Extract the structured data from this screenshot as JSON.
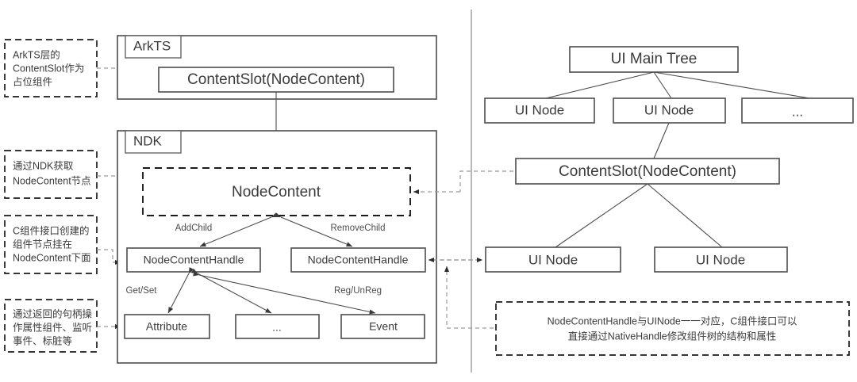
{
  "diagram": {
    "title": "ArkTS / NDK NodeContent architecture diagram",
    "colors": {
      "background": "#ffffff",
      "solid_border": "#4d4d4d",
      "dashed_border": "#1a1a1a",
      "connector": "#4d4d4d",
      "dashed_connector": "#9a9a9a",
      "text": "#3b3b3b",
      "divider": "#8a8a8a"
    },
    "left_panel": {
      "arkts_container": {
        "tab_label": "ArkTS",
        "nodes": [
          {
            "id": "arkts-content-slot",
            "label": "ContentSlot(NodeContent)"
          }
        ]
      },
      "ndk_container": {
        "tab_label": "NDK",
        "nodes": [
          {
            "id": "ndk-node-content",
            "label": "NodeContent",
            "style": "dashed"
          },
          {
            "id": "ndk-handle-left",
            "label": "NodeContentHandle",
            "style": "solid"
          },
          {
            "id": "ndk-handle-right",
            "label": "NodeContentHandle",
            "style": "solid"
          },
          {
            "id": "ndk-attribute",
            "label": "Attribute",
            "style": "solid"
          },
          {
            "id": "ndk-ellipsis",
            "label": "...",
            "style": "solid"
          },
          {
            "id": "ndk-event",
            "label": "Event",
            "style": "solid"
          }
        ],
        "edge_labels": [
          {
            "id": "edge-add-child",
            "label": "AddChild"
          },
          {
            "id": "edge-remove-child",
            "label": "RemoveChild"
          },
          {
            "id": "edge-get-set",
            "label": "Get/Set"
          },
          {
            "id": "edge-reg-unreg",
            "label": "Reg/UnReg"
          }
        ]
      }
    },
    "right_panel": {
      "nodes": [
        {
          "id": "ui-main-tree",
          "label": "UI Main Tree"
        },
        {
          "id": "ui-node-1",
          "label": "UI Node"
        },
        {
          "id": "ui-node-2",
          "label": "UI Node"
        },
        {
          "id": "ui-node-ellipsis",
          "label": "..."
        },
        {
          "id": "right-content-slot",
          "label": "ContentSlot(NodeContent)"
        },
        {
          "id": "ui-node-3",
          "label": "UI Node"
        },
        {
          "id": "ui-node-4",
          "label": "UI Node"
        }
      ],
      "note": {
        "id": "note-handle-uinode",
        "lines": [
          "NodeContentHandle与UINode一一对应，C组件接口可以",
          "直接通过NativeHandle修改组件树的结构和属性"
        ]
      }
    },
    "annotations": [
      {
        "id": "annotation-arkts-contentslot",
        "lines": [
          "ArkTS层的",
          "ContentSlot作为",
          "占位组件"
        ]
      },
      {
        "id": "annotation-ndk-nodecontent",
        "lines": [
          "通过NDK获取",
          "NodeContent节点"
        ]
      },
      {
        "id": "annotation-c-component",
        "lines": [
          "C组件接口创建的",
          "组件节点挂在",
          "NodeContent下面"
        ]
      },
      {
        "id": "annotation-handle-ops",
        "lines": [
          "通过返回的句柄操",
          "作属性组件、监听",
          "事件、标脏等"
        ]
      }
    ]
  }
}
